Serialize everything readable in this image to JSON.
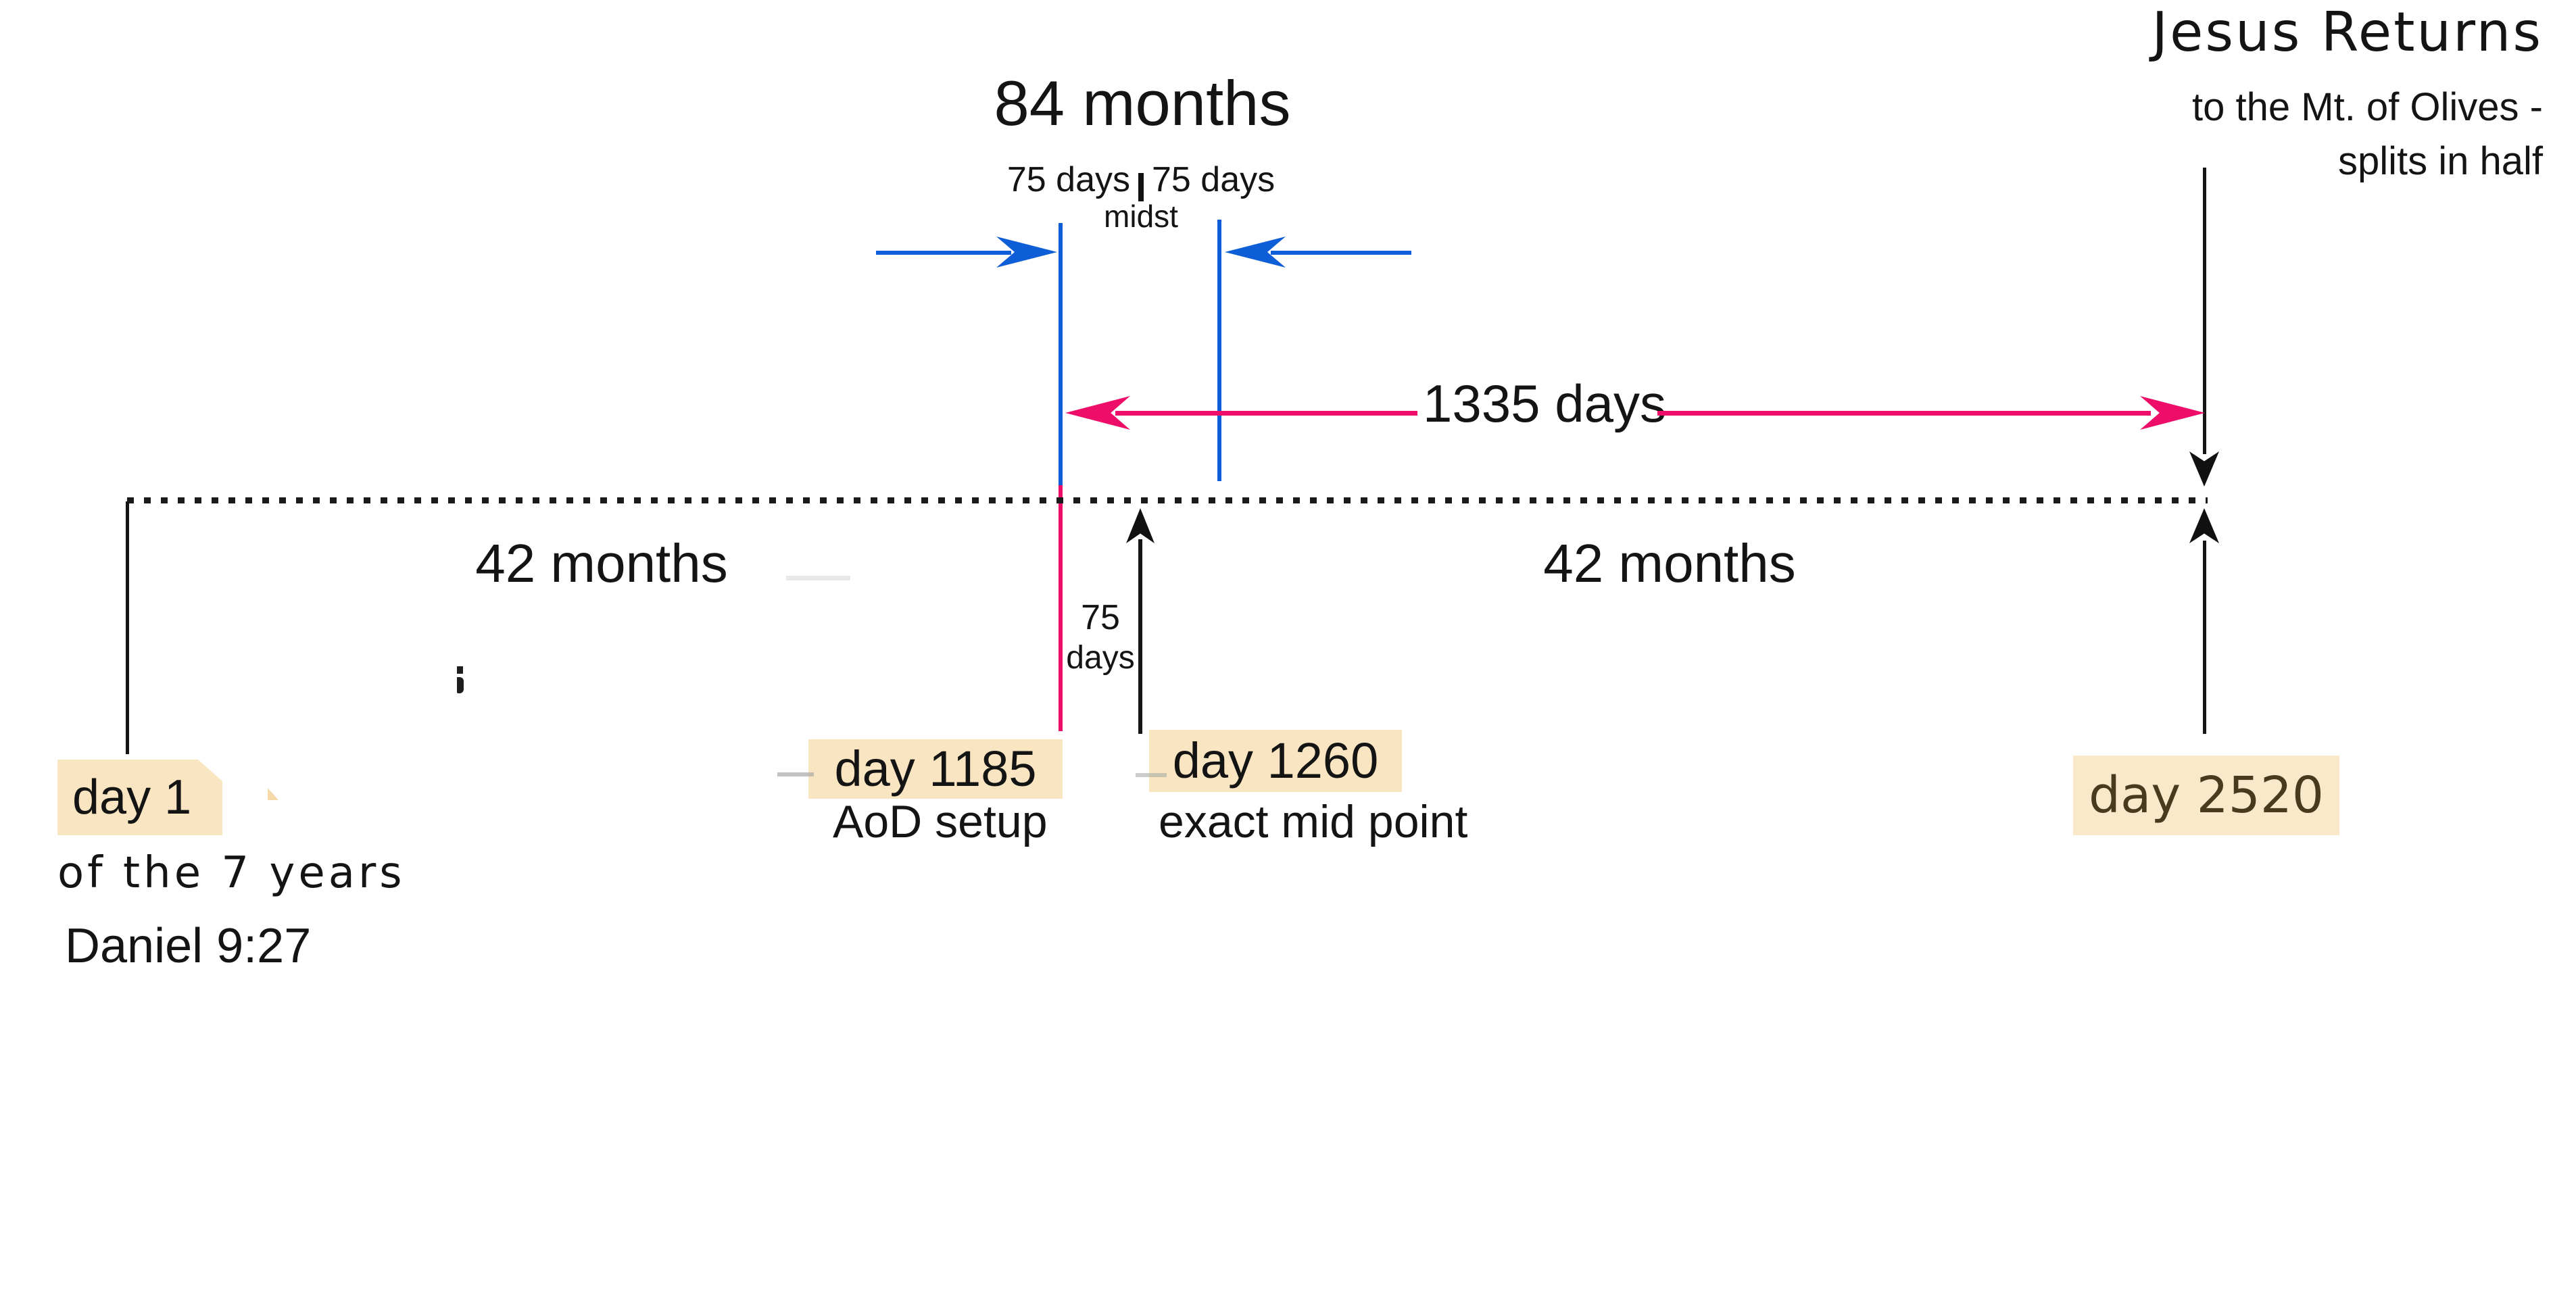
{
  "header": {
    "title": "Jesus Returns",
    "subtitle_1": "to the Mt. of Olives -",
    "subtitle_2": "splits in half"
  },
  "upper": {
    "total_label": "84 months",
    "pre_midst_label": "75 days",
    "post_midst_label": "75 days",
    "midst_label": "midst"
  },
  "dimension": {
    "label": "1335 days"
  },
  "timeline": {
    "first_half_label": "42 months",
    "second_half_label": "42 months",
    "gap_label_line1": "75",
    "gap_label_line2": "days"
  },
  "events": {
    "day1": {
      "label": "day 1",
      "caption_1": "of the 7 years",
      "caption_2": "Daniel 9:27"
    },
    "day1185": {
      "label": "day 1185",
      "caption": "AoD setup"
    },
    "day1260": {
      "label": "day 1260",
      "caption": "exact mid point"
    },
    "day2520": {
      "label": "day 2520"
    }
  },
  "colors": {
    "blue": "#0e5ed8",
    "pink": "#ee0d68",
    "highlight": "#f9e5c1",
    "highlight_2520": "#fae8ca",
    "text_2520": "#483a1e"
  }
}
